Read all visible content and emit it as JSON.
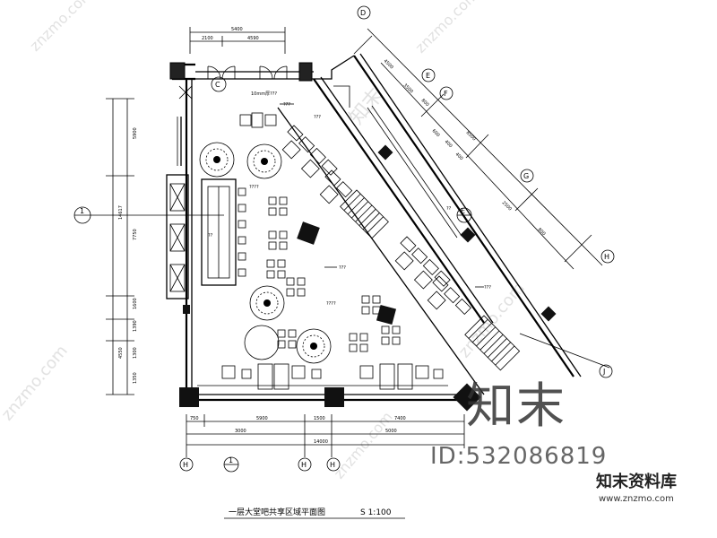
{
  "title": "一层大堂吧共享区域平面图",
  "scale": "S 1:100",
  "watermark": "znzmo.com",
  "brand_logo": "知末",
  "id_label": "ID:532086819",
  "brand_cn": "知末资料库",
  "brand_url": "www.znzmo.com",
  "grid_bubbles": {
    "D": "D",
    "E": "E",
    "F": "F",
    "G": "G",
    "H": "H",
    "J": "J",
    "bottom_h1": "H",
    "bottom_h2": "H",
    "bottom_h3": "H",
    "section_left": "1",
    "section_mid": "1",
    "section_c": "C",
    "section_e": "E"
  },
  "dims_top": [
    "5400",
    "2100",
    "4590"
  ],
  "dims_bottom": [
    "750",
    "5900",
    "1500",
    "7400",
    "3000",
    "5000",
    "14000"
  ],
  "dims_left": [
    "5900",
    "14617",
    "7750",
    "1600",
    "1390",
    "4550",
    "1300",
    "1350"
  ],
  "dims_diag": [
    "4500",
    "3500",
    "800",
    "600",
    "400",
    "400",
    "8500",
    "2500",
    "800"
  ],
  "notes": [
    "10mm厚???",
    "???",
    "???",
    "????",
    "???",
    "????",
    "???",
    "??",
    "??"
  ]
}
